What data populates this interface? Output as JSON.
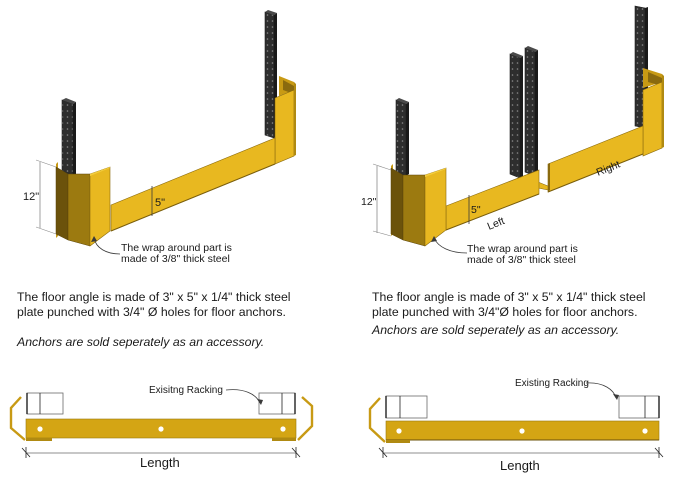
{
  "colors": {
    "guard_yellow": "#e8b820",
    "guard_yellow_dark": "#a47e10",
    "guard_yellow_shadow": "#7a5e0c",
    "floor_angle": "#d4a514",
    "upright": "#2e2e2e",
    "upright_holes": "#8a8a8a",
    "dimension_line": "#7a7a7a"
  },
  "left_panel": {
    "dimension_height": "12\"",
    "dimension_width": "5\"",
    "callout_line1": "The wrap around part is",
    "callout_line2": "made of 3/8\" thick steel",
    "description_line1": "The floor angle is made of 3\" x 5\" x 1/4\" thick steel",
    "description_line2": "plate punched with 3/4\" Ø holes for floor anchors.",
    "note": "Anchors are sold seperately as an accessory.",
    "plan_label_racking": "Exisitng Racking",
    "plan_label_length": "Length"
  },
  "right_panel": {
    "dimension_height": "12\"",
    "dimension_width": "5\"",
    "label_left": "Left",
    "label_right": "Right",
    "callout_line1": "The wrap around part is",
    "callout_line2": "made of 3/8\" thick steel",
    "description_line1": "The floor angle is made of 3\" x 5\" x 1/4\" thick steel",
    "description_line2": "plate punched with 3/4\"Ø holes for floor anchors.",
    "note": "Anchors are sold seperately as an accessory.",
    "plan_label_racking": "Existing Racking",
    "plan_label_length": "Length"
  }
}
